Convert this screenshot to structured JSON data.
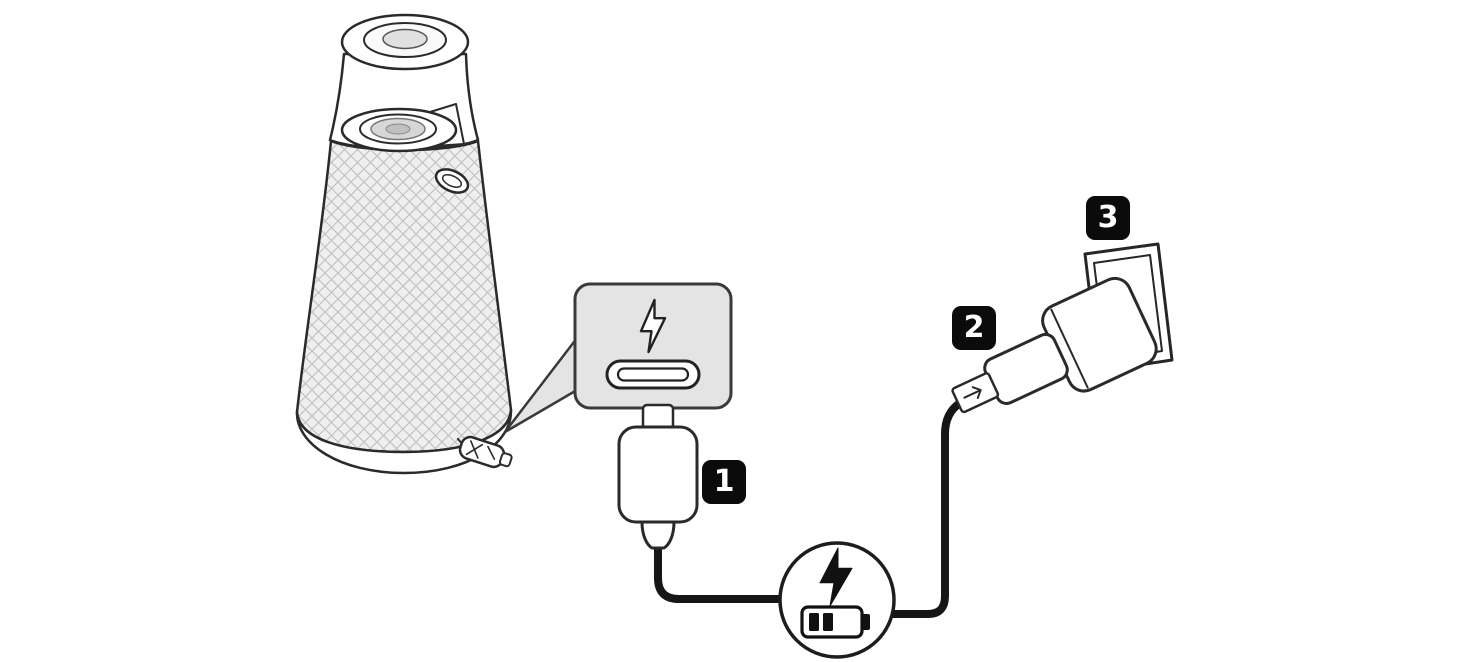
{
  "diagram": {
    "steps": [
      {
        "number": "1",
        "name": "usb-c-connector"
      },
      {
        "number": "2",
        "name": "usb-plug"
      },
      {
        "number": "3",
        "name": "power-adapter-wall-outlet"
      }
    ],
    "icons": [
      "lightning-bolt-icon",
      "usb-c-port-icon",
      "charging-battery-icon"
    ],
    "colors": {
      "background": "#ffffff",
      "line": "#2a2a2a",
      "callout_fill": "#e4e4e4",
      "cable": "#161616",
      "badge_background": "#0b0b0b",
      "badge_text": "#ffffff"
    }
  }
}
